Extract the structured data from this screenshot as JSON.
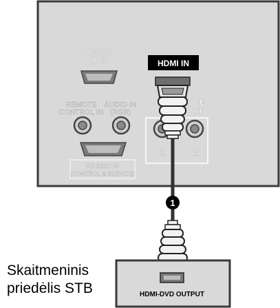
{
  "tv_panel": {
    "hdmi_in_label": "HDMI IN",
    "rgb_in_label": "RGB IN",
    "rgb_pc_label": "(PC)",
    "remote_label_line1": "REMOTE",
    "remote_label_line2": "CONTROL IN",
    "audio_in_label_line1": "AUDIO IN",
    "audio_in_label_line2": "(RGB)",
    "rs232_label_line1": "RS-232C IN",
    "rs232_label_line2": "(CONTROL & SERVICE)",
    "audio_channel_left": "L",
    "audio_channel_right": "R",
    "faded_text_1": "E",
    "faded_text_2": "UT",
    "faded_text_3": "A"
  },
  "step_number": "1",
  "device": {
    "caption_line1": "Skaitmeninis",
    "caption_line2": "priedėlis STB",
    "output_label": "HDMI-DVD OUTPUT"
  },
  "colors": {
    "panel_fill": "#d9d9d9",
    "panel_border": "#3a3a3a",
    "label_bg": "#000000",
    "cable": "#333333",
    "faded_text": "#ffffff"
  }
}
